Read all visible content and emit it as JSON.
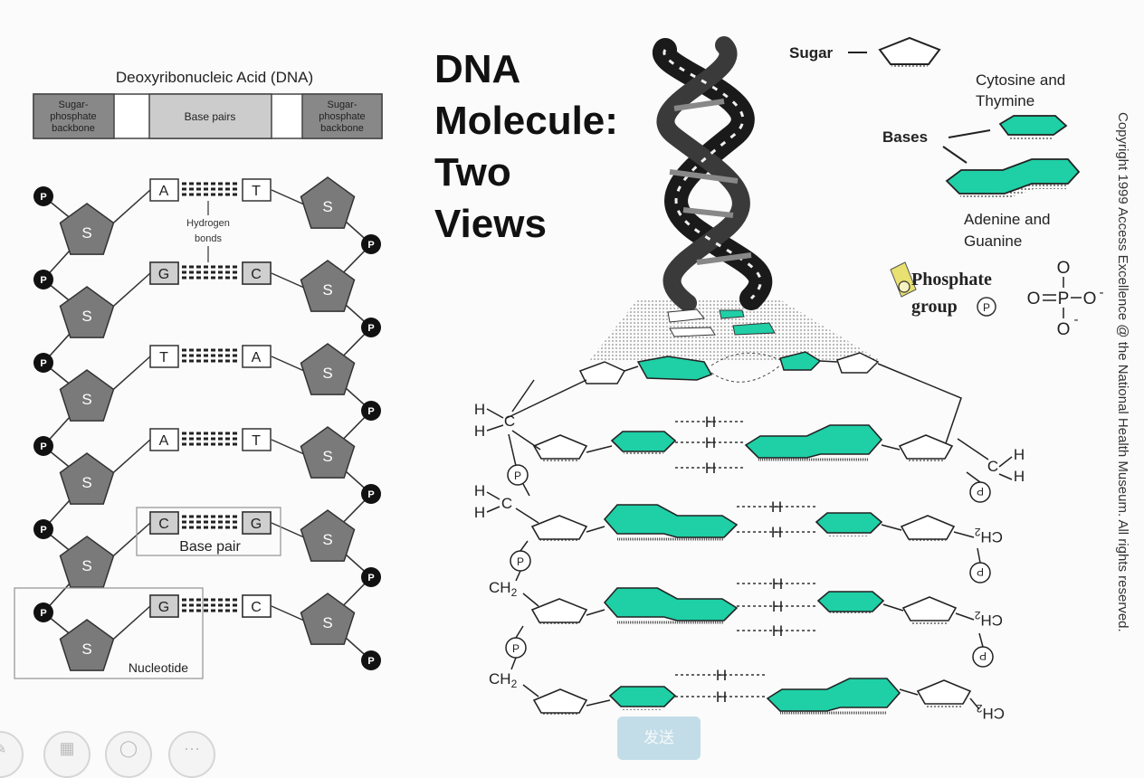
{
  "left_diagram": {
    "title": "Deoxyribonucleic Acid (DNA)",
    "header_legend": {
      "left": [
        "Sugar-",
        "phosphate",
        "backbone"
      ],
      "middle": "Base pairs",
      "right": [
        "Sugar-",
        "phosphate",
        "backbone"
      ]
    },
    "phosphate_symbol": "P",
    "sugar_symbol": "S",
    "hydrogen_bonds_label": [
      "Hydrogen",
      "bonds"
    ],
    "base_pairs": [
      {
        "left": "A",
        "right": "T"
      },
      {
        "left": "G",
        "right": "C"
      },
      {
        "left": "T",
        "right": "A"
      },
      {
        "left": "A",
        "right": "T"
      },
      {
        "left": "C",
        "right": "G"
      },
      {
        "left": "G",
        "right": "C"
      }
    ],
    "base_pair_label": "Base pair",
    "nucleotide_label": "Nucleotide"
  },
  "right_diagram": {
    "title_lines": [
      "DNA",
      "Molecule:",
      "Two",
      "Views"
    ],
    "legend": {
      "sugar": "Sugar",
      "bases": "Bases",
      "cytosine_thymine": [
        "Cytosine and",
        "Thymine"
      ],
      "adenine_guanine": [
        "Adenine and",
        "Guanine"
      ],
      "phosphate": [
        "Phosphate",
        "group"
      ],
      "phosphate_symbol": "P",
      "phosphate_formula": {
        "center": "P",
        "oxygen": "O",
        "minus": "-"
      }
    },
    "atoms": {
      "hydrogen": "H",
      "carbon": "C",
      "ch2": "CH",
      "ch2_sub": "2",
      "phosphate": "P"
    },
    "base_color": "#1fcfa6"
  },
  "copyright": "Copyright 1999 Access Excellence @ the National Health Museum. All rights reserved.",
  "toolbar": {
    "send_label": "发送"
  }
}
